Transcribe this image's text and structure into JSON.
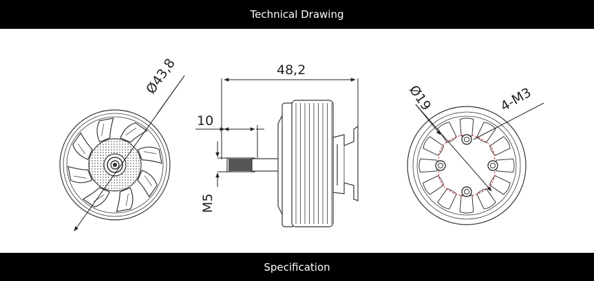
{
  "header": {
    "title": "Technical Drawing"
  },
  "footer": {
    "title": "Specification"
  },
  "drawing": {
    "dimensions": {
      "outer_diameter": "Ø43,8",
      "length": "48,2",
      "shaft_length": "10",
      "shaft_thread": "M5",
      "mount_diameter": "Ø19",
      "mount_screws": "4-M3"
    }
  }
}
